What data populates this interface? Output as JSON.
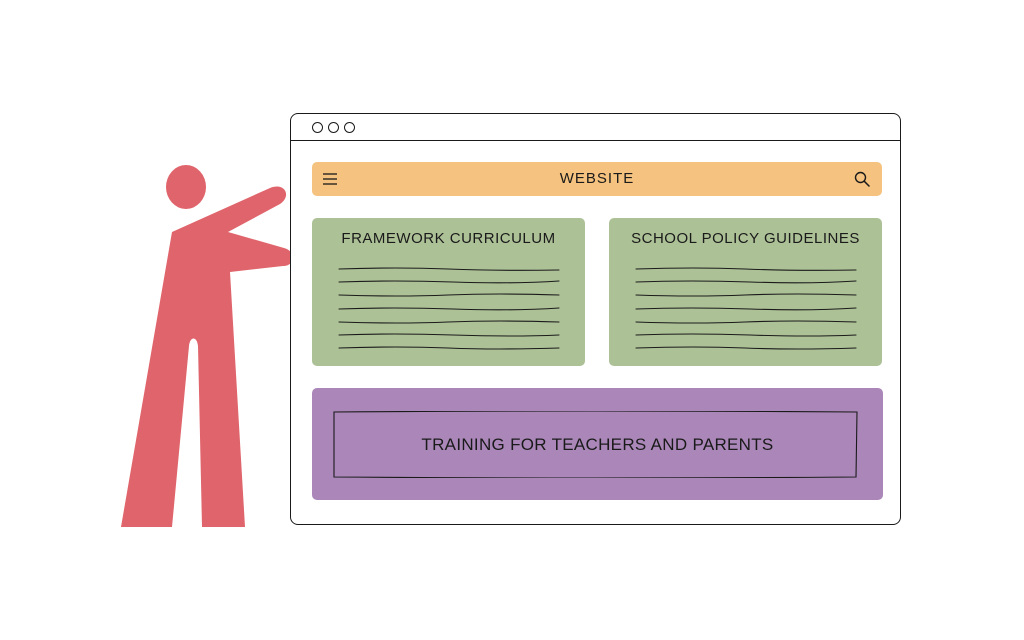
{
  "navbar": {
    "title": "WEBSITE",
    "menu_icon": "hamburger-menu-icon",
    "search_icon": "magnifier-search-icon"
  },
  "cards": [
    {
      "title": "FRAMEWORK CURRICULUM"
    },
    {
      "title": "SCHOOL POLICY GUIDELINES"
    }
  ],
  "banner": {
    "text": "TRAINING FOR TEACHERS AND PARENTS"
  },
  "colors": {
    "person": "#e0646b",
    "navbar": "#f5c27f",
    "cards": "#adc197",
    "banner": "#ab87b9",
    "outline": "#1a1a1a"
  }
}
